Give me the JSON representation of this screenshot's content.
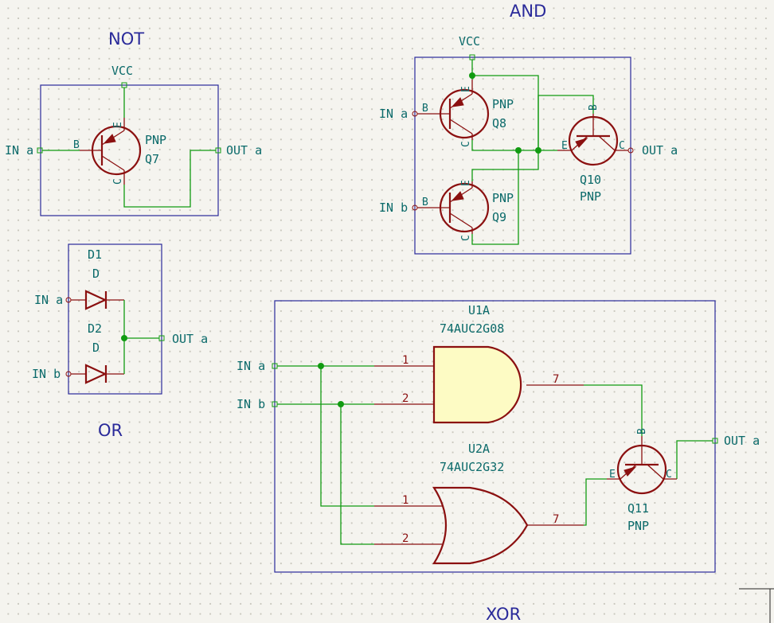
{
  "titles": {
    "not": "NOT",
    "and": "AND",
    "or": "OR",
    "xor": "XOR"
  },
  "net_labels": {
    "vcc": "VCC",
    "in_a": "IN a",
    "in_b": "IN b",
    "out_a": "OUT a"
  },
  "components": {
    "q7": {
      "ref": "Q7",
      "value": "PNP"
    },
    "q8": {
      "ref": "Q8",
      "value": "PNP"
    },
    "q9": {
      "ref": "Q9",
      "value": "PNP"
    },
    "q10": {
      "ref": "Q10",
      "value": "PNP"
    },
    "q11": {
      "ref": "Q11",
      "value": "PNP"
    },
    "d1": {
      "ref": "D1",
      "value": "D"
    },
    "d2": {
      "ref": "D2",
      "value": "D"
    },
    "u1a": {
      "ref": "U1A",
      "value": "74AUC2G08"
    },
    "u2a": {
      "ref": "U2A",
      "value": "74AUC2G32"
    }
  },
  "pin_letters": {
    "b": "B",
    "c": "C",
    "e": "E"
  },
  "pin_numbers": {
    "p1": "1",
    "p2": "2",
    "p7": "7"
  },
  "colors": {
    "background": "#f5f4ef",
    "grid_dots": "#c9c7bd",
    "frame": "#2a2a9a",
    "wire": "#119b11",
    "component": "#8b1010",
    "label": "#0b6a6a",
    "gate_fill": "#fdfbc4"
  }
}
